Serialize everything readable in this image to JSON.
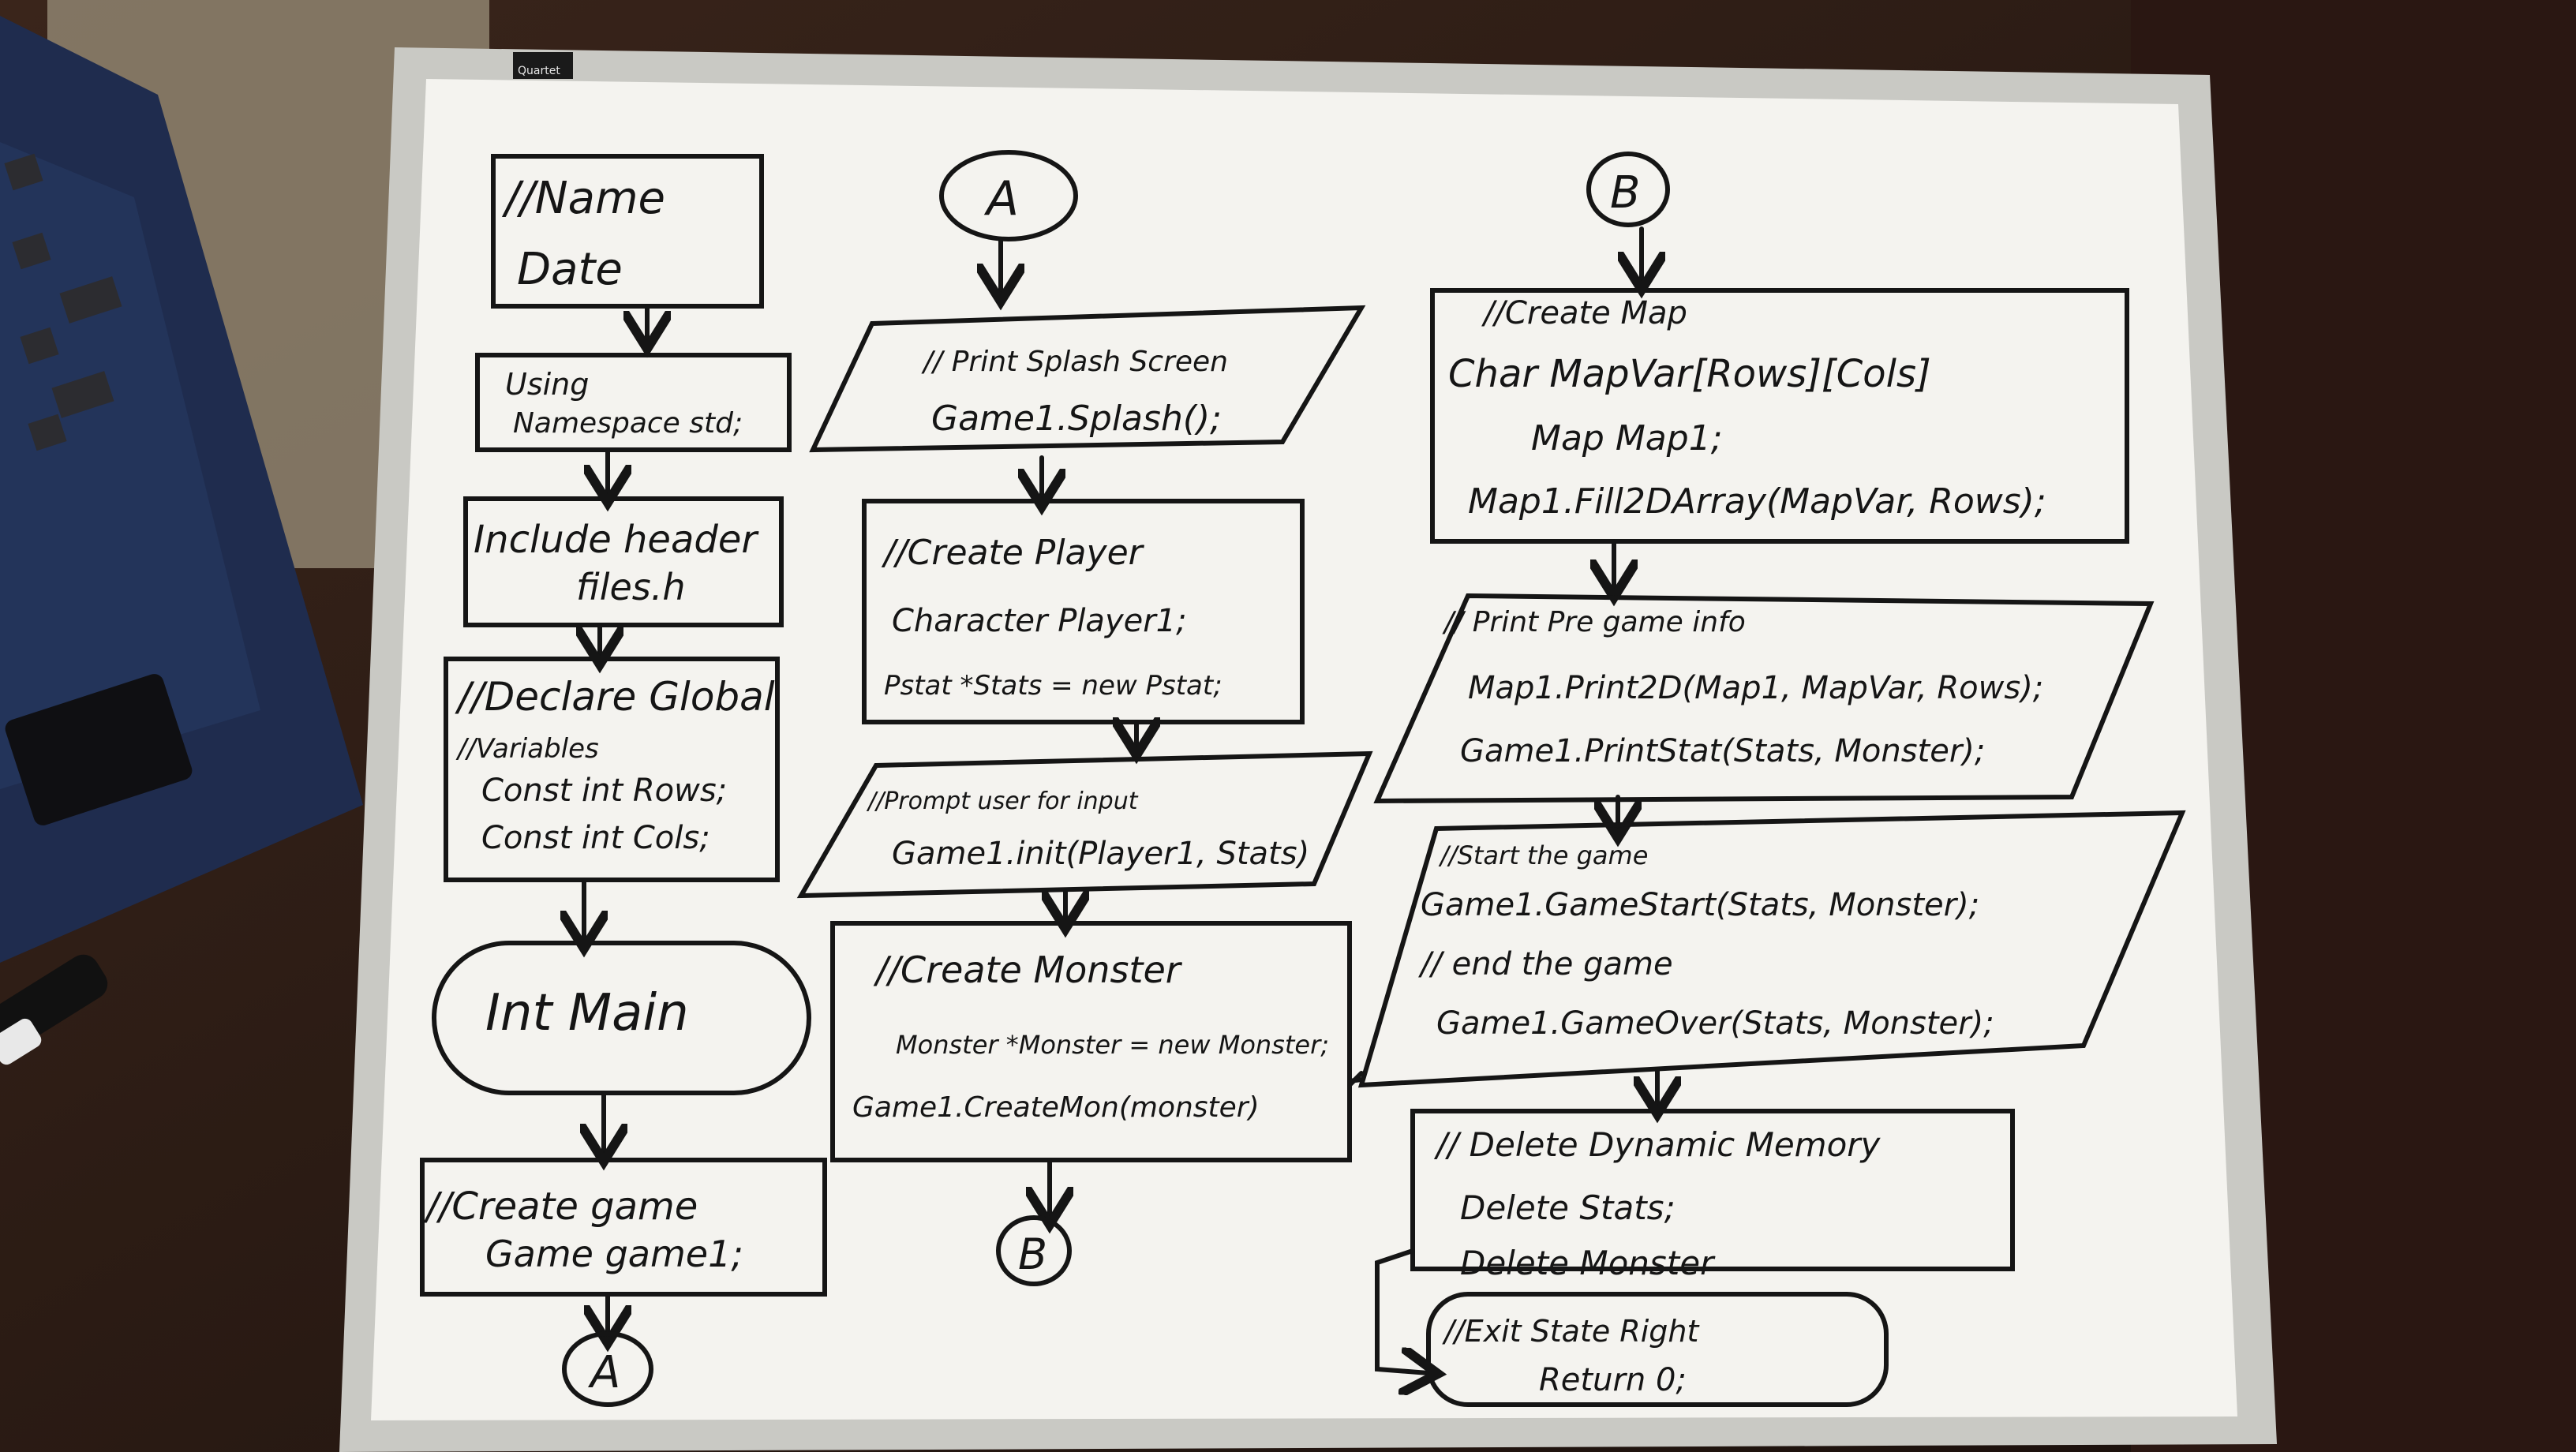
{
  "board": {
    "brand": "Quartet",
    "colors": {
      "board": "#f4f3ef",
      "frame": "#c9c9c4",
      "marker": "#151515",
      "laptop": "#1f2c4e"
    }
  },
  "flowchart": {
    "col1": {
      "header": [
        "//Name",
        "Date"
      ],
      "using": [
        "Using",
        "Namespace std;"
      ],
      "include": [
        "Include header",
        "files.h"
      ],
      "globals": [
        "//Declare Global",
        "//Variables",
        "Const int Rows;",
        "Const int Cols;"
      ],
      "main": "Int Main",
      "create_game": [
        "//Create game",
        "Game game1;"
      ],
      "connector": "A"
    },
    "col2": {
      "connector_top": "A",
      "splash": [
        "// Print Splash Screen",
        "Game1.Splash();"
      ],
      "player": [
        "//Create Player",
        "Character Player1;",
        "Pstat *Stats = new Pstat;"
      ],
      "prompt": [
        "//Prompt user for input",
        "Game1.init(Player1, Stats)"
      ],
      "monster": [
        "//Create Monster",
        "Monster *Monster = new Monster;",
        "Game1.CreateMon(monster)"
      ],
      "connector_bottom": "B"
    },
    "col3": {
      "connector_top": "B",
      "map": [
        "//Create Map",
        "Char MapVar[Rows][Cols]",
        "Map Map1;",
        "Map1.Fill2DArray(MapVar, Rows);"
      ],
      "pregame": [
        "// Print Pre game info",
        "Map1.Print2D(Map1, MapVar, Rows);",
        "Game1.PrintStat(Stats, Monster);"
      ],
      "play": [
        "//Start the game",
        "Game1.GameStart(Stats, Monster);",
        "// end the game",
        "Game1.GameOver(Stats, Monster);"
      ],
      "delete": [
        "// Delete Dynamic Memory",
        "Delete Stats;",
        "Delete Monster"
      ],
      "exit": [
        "//Exit State Right",
        "Return 0;"
      ]
    }
  }
}
